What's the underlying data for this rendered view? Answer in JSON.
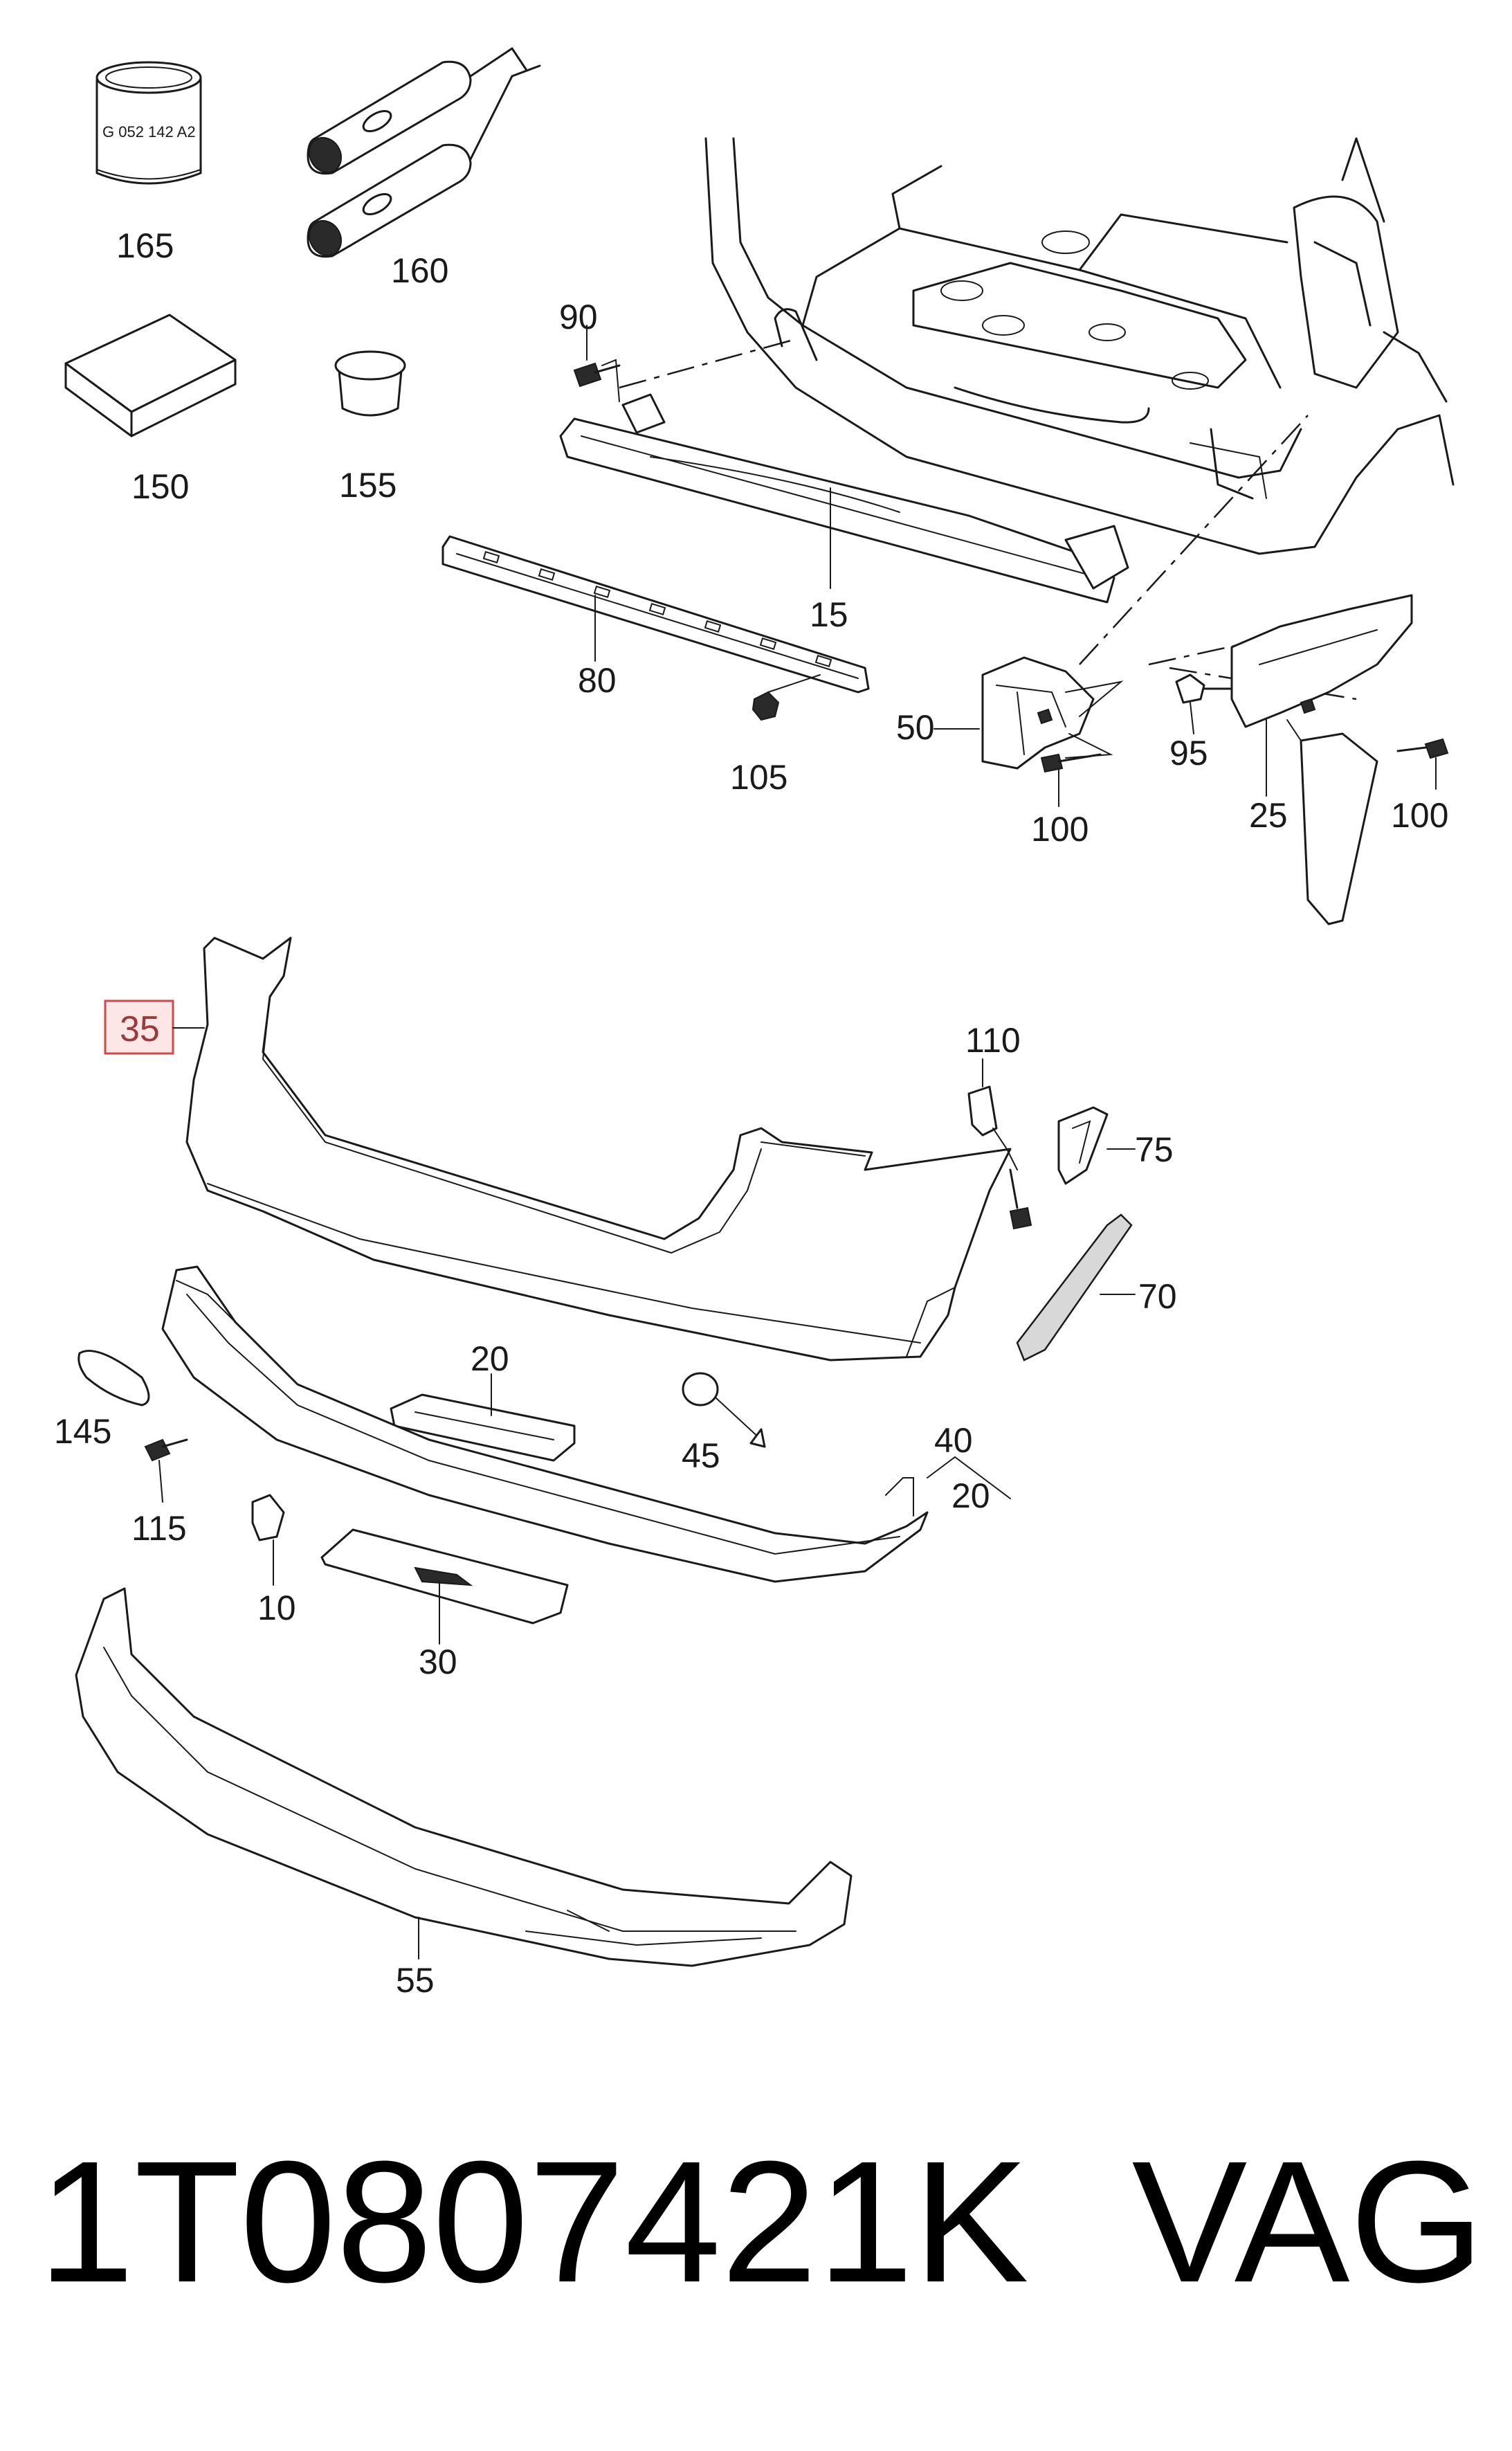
{
  "diagram": {
    "labels": {
      "p165": "165",
      "p160": "160",
      "p150": "150",
      "p155": "155",
      "p90": "90",
      "p15": "15",
      "p80": "80",
      "p105": "105",
      "p50": "50",
      "p100a": "100",
      "p95": "95",
      "p25": "25",
      "p100b": "100",
      "p35": "35",
      "p110": "110",
      "p75": "75",
      "p70": "70",
      "p20a": "20",
      "p145": "145",
      "p45": "45",
      "p40": "40",
      "p20b": "20",
      "p115": "115",
      "p10": "10",
      "p30": "30",
      "p55": "55"
    },
    "ring_marking": "G 052 142 A2",
    "highlighted_part": "35"
  },
  "footer": {
    "part_number": "1T0807421K",
    "brand": "VAG"
  }
}
